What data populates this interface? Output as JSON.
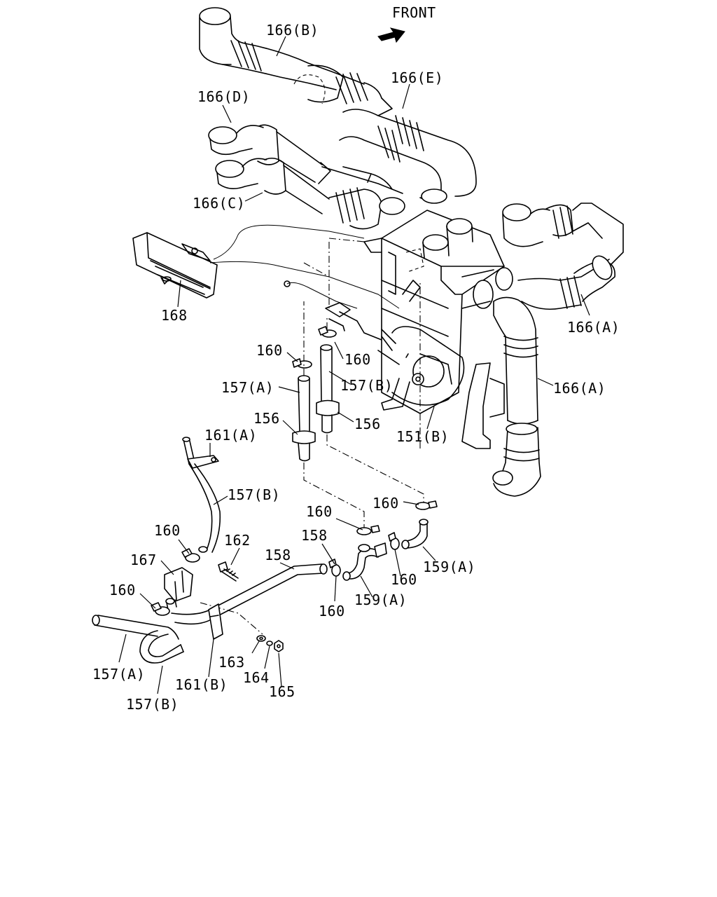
{
  "header": {
    "direction_label": "FRONT"
  },
  "labels": {
    "l166B": "166(B)",
    "l166E": "166(E)",
    "l166D": "166(D)",
    "l166C": "166(C)",
    "l166A_top": "166(A)",
    "l166A_mid": "166(A)",
    "l168": "168",
    "l160_a": "160",
    "l160_b": "160",
    "l157A_top": "157(A)",
    "l157B_top": "157(B)",
    "l156_a": "156",
    "l156_b": "156",
    "l151B": "151(B)",
    "l161A": "161(A)",
    "l157B_mid": "157(B)",
    "l160_c": "160",
    "l160_d": "160",
    "l160_e": "160",
    "l167": "167",
    "l162": "162",
    "l158_a": "158",
    "l158_b": "158",
    "l160_f": "160",
    "l159A_a": "159(A)",
    "l160_g": "160",
    "l160_h": "160",
    "l159A_b": "159(A)",
    "l163": "163",
    "l164": "164",
    "l165": "165",
    "l157A_bot": "157(A)",
    "l161B": "161(B)",
    "l157B_bot": "157(B)"
  }
}
